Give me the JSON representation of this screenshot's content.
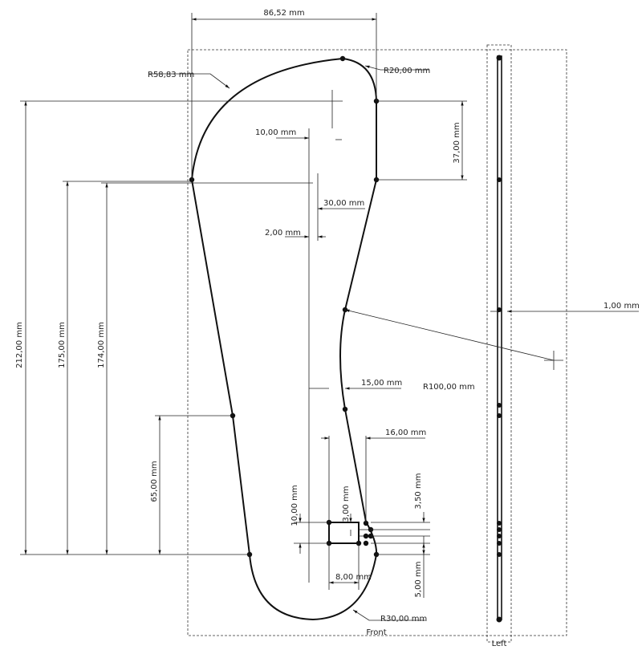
{
  "views": {
    "front": "Front",
    "left": "Left"
  },
  "dimensions": {
    "width_top": "86,52 mm",
    "radius_big": "R58,83 mm",
    "radius_top": "R20,00 mm",
    "height_37": "37,00 mm",
    "off_10": "10,00 mm",
    "off_30": "30,00 mm",
    "off_2": "2,00 mm",
    "h_212": "212,00 mm",
    "h_175": "175,00 mm",
    "h_174": "174,00 mm",
    "h_65": "65,00 mm",
    "thickness": "1,00 mm",
    "off_15": "15,00 mm",
    "radius_100": "R100,00 mm",
    "off_16": "16,00 mm",
    "h_10": "10,00 mm",
    "h_3": "3,00 mm",
    "h_3_5": "3,50 mm",
    "w_8": "8,00 mm",
    "h_5": "5,00 mm",
    "radius_30": "R30,00 mm"
  }
}
